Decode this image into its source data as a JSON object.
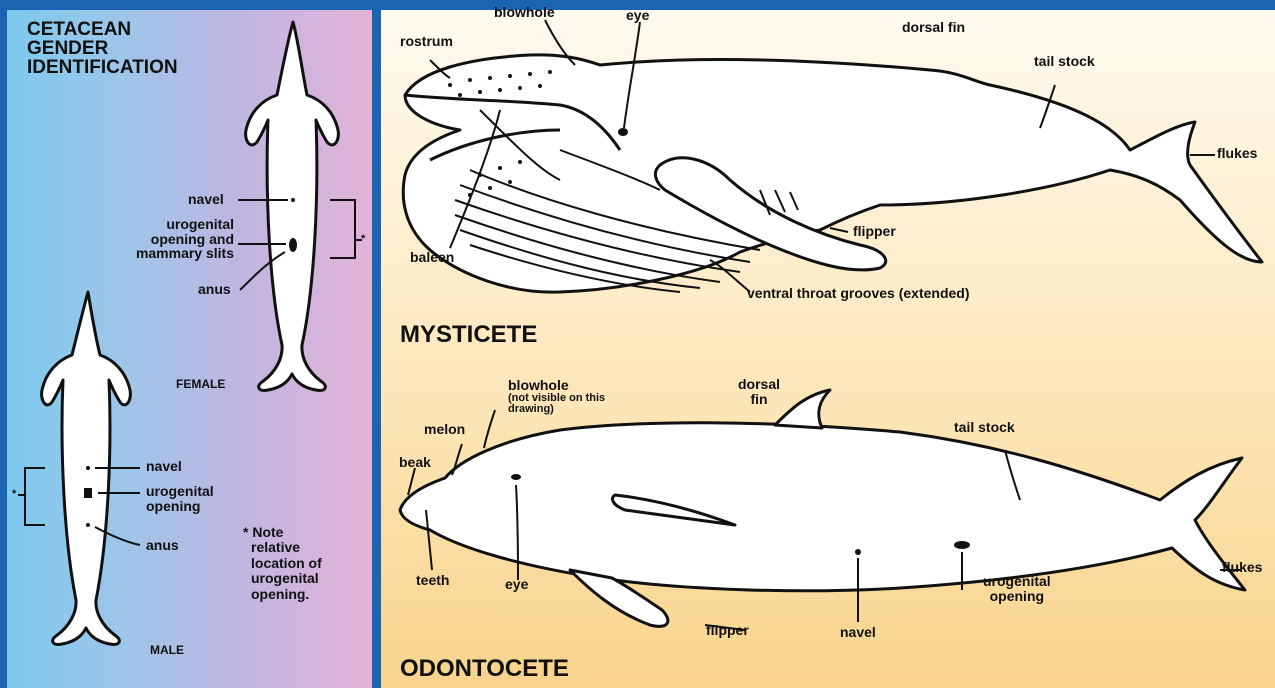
{
  "left_panel": {
    "title_lines": [
      "CETACEAN",
      "GENDER",
      "IDENTIFICATION"
    ],
    "female_label": "FEMALE",
    "male_label": "MALE",
    "female_labels": {
      "navel": "navel",
      "urogenital_1": "urogenital",
      "urogenital_2": "opening and",
      "urogenital_3": "mammary slits",
      "anus": "anus",
      "asterisk": "*"
    },
    "male_labels": {
      "navel": "navel",
      "urogenital_1": "urogenital",
      "urogenital_2": "opening",
      "anus": "anus",
      "asterisk": "*"
    },
    "note_lines": [
      "* Note",
      "relative",
      "location of",
      "urogenital",
      "opening."
    ]
  },
  "mysticete": {
    "title": "MYSTICETE",
    "labels": {
      "rostrum": "rostrum",
      "blowhole": "blowhole",
      "eye": "eye",
      "dorsal_fin": "dorsal fin",
      "tail_stock": "tail stock",
      "flukes": "flukes",
      "flipper": "flipper",
      "baleen": "baleen",
      "throat_grooves": "ventral throat grooves (extended)"
    }
  },
  "odontocete": {
    "title": "ODONTOCETE",
    "labels": {
      "blowhole": "blowhole",
      "blowhole_note_1": "(not visible on this",
      "blowhole_note_2": "drawing)",
      "dorsal_fin_1": "dorsal",
      "dorsal_fin_2": "fin",
      "melon": "melon",
      "beak": "beak",
      "tail_stock": "tail stock",
      "flukes": "flukes",
      "teeth": "teeth",
      "eye": "eye",
      "flipper": "flipper",
      "navel": "navel",
      "urogenital_1": "urogenital",
      "urogenital_2": "opening"
    }
  },
  "colors": {
    "border_blue": "#1a64b2",
    "left_gradient_start": "#7ec9ee",
    "left_gradient_end": "#e3b3d8",
    "right_gradient_start": "#fffaf0",
    "right_gradient_end": "#f8d48c",
    "ink": "#111111"
  }
}
